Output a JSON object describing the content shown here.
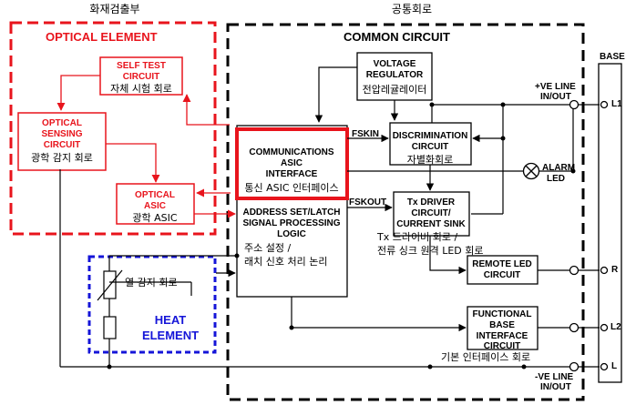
{
  "header": {
    "fire_detection_label": "화재검출부",
    "common_label": "공통회로"
  },
  "optical_element": {
    "title": "OPTICAL ELEMENT",
    "self_test": {
      "line1": "SELF TEST",
      "line2": "CIRCUIT",
      "korean": "자체 시험 회로"
    },
    "sensing": {
      "line1": "OPTICAL",
      "line2": "SENSING",
      "line3": "CIRCUIT",
      "korean": "광학 감지 회로"
    },
    "asic": {
      "line1": "OPTICAL",
      "line2": "ASIC",
      "korean": "광학 ASIC"
    }
  },
  "heat_element": {
    "korean": "열 감지 회로",
    "line1": "HEAT",
    "line2": "ELEMENT"
  },
  "common": {
    "title": "COMMON CIRCUIT",
    "voltage": {
      "line1": "VOLTAGE",
      "line2": "REGULATOR",
      "korean": "전압레귤레이터"
    },
    "comms": {
      "line1": "COMMUNICATIONS",
      "line2": "ASIC",
      "line3": "INTERFACE",
      "korean": "통신 ASIC 인터페이스"
    },
    "address": {
      "line1": "ADDRESS SET/LATCH",
      "line2": "SIGNAL PROCESSING",
      "line3": "LOGIC",
      "korean1": "주소 설정 /",
      "korean2": "래치 신호 처리 논리"
    },
    "discrimination": {
      "line1": "DISCRIMINATION",
      "line2": "CIRCUIT",
      "korean": "자별화회로"
    },
    "tx": {
      "line1": "Tx DRIVER",
      "line2": "CIRCUIT/",
      "line3": "CURRENT SINK",
      "korean1": "Tx 드라이버 회로 /",
      "korean2": "전류 싱크 원격 LED 회로"
    },
    "remote_led": {
      "line1": "REMOTE LED",
      "line2": "CIRCUIT"
    },
    "functional": {
      "line1": "FUNCTIONAL",
      "line2": "BASE",
      "line3": "INTERFACE",
      "line4": "CIRCUIT",
      "korean": "기본 인터페이스 회로"
    },
    "fskin": "FSKIN",
    "fskout": "FSKOUT",
    "alarm_led": {
      "line1": "ALARM",
      "line2": "LED"
    }
  },
  "base": {
    "title": "BASE",
    "ve_plus": {
      "line1": "+VE LINE",
      "line2": "IN/OUT"
    },
    "ve_minus": {
      "line1": "-VE LINE",
      "line2": "IN/OUT"
    },
    "terminals": {
      "l1": "L1",
      "r": "R",
      "l2": "L2",
      "l": "L"
    }
  },
  "colors": {
    "optical": "#e8141c",
    "heat": "#1515d8",
    "line": "#000000",
    "highlight": "#e8141c"
  }
}
